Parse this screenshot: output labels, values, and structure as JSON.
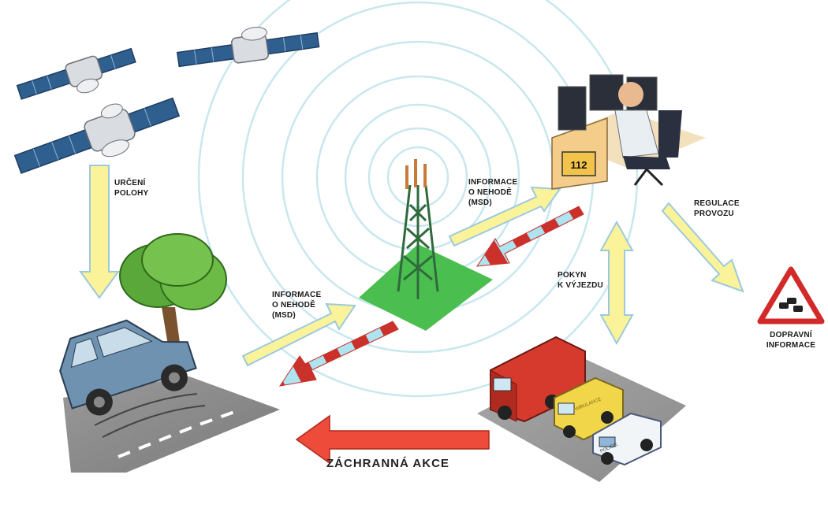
{
  "labels": {
    "urceni_polohy": [
      "URČENÍ",
      "POLOHY"
    ],
    "info_car": [
      "INFORMACE",
      "O NEHODĚ",
      "(MSD)"
    ],
    "info_center": [
      "INFORMACE",
      "O NEHODĚ",
      "(MSD)"
    ],
    "regulace": [
      "REGULACE",
      "PROVOZU"
    ],
    "pokyn": [
      "POKYN",
      "K VÝJEZDU"
    ],
    "dopravni": [
      "DOPRAVNÍ",
      "INFORMACE"
    ],
    "zachranna": "ZÁCHRANNÁ AKCE",
    "desk_number": "112",
    "ambulance_text": "AMBULANCE",
    "police_text": "POLICIE"
  },
  "colors": {
    "yellow_arrow": "#fbf39a",
    "blue_arrow": "#aee3f0",
    "red_arrow": "#c9312a",
    "rescue_arrow": "#ef4b3a",
    "tower": "#3d7a4a",
    "tower_base": "#4bbe50",
    "desk": "#f4cd8a",
    "road": "#8f8f8f"
  }
}
